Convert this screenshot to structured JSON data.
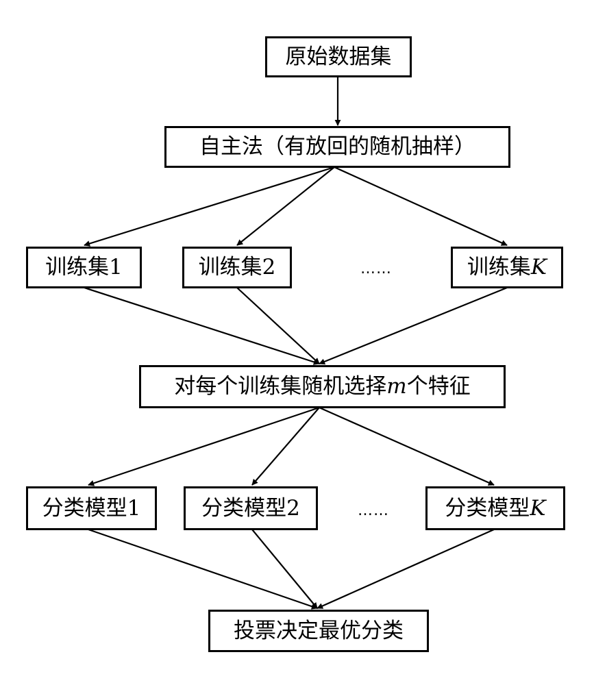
{
  "nodes": {
    "raw_dataset": "原始数据集",
    "bootstrap": "自主法（有放回的随机抽样）",
    "train_set_1": "训练集1",
    "train_set_2": "训练集2",
    "train_set_k": {
      "text": "训练集",
      "var": "K"
    },
    "feature_select": {
      "before": "对每个训练集随机选择",
      "var": "m",
      "after": "个特征"
    },
    "model_1": "分类模型1",
    "model_2": "分类模型2",
    "model_k": {
      "text": "分类模型",
      "var": "K"
    },
    "vote": "投票决定最优分类"
  },
  "ellipses": {
    "train_row": "……",
    "model_row": "……"
  },
  "colors": {
    "line": "#000000",
    "box_border": "#000000",
    "background": "#ffffff"
  }
}
